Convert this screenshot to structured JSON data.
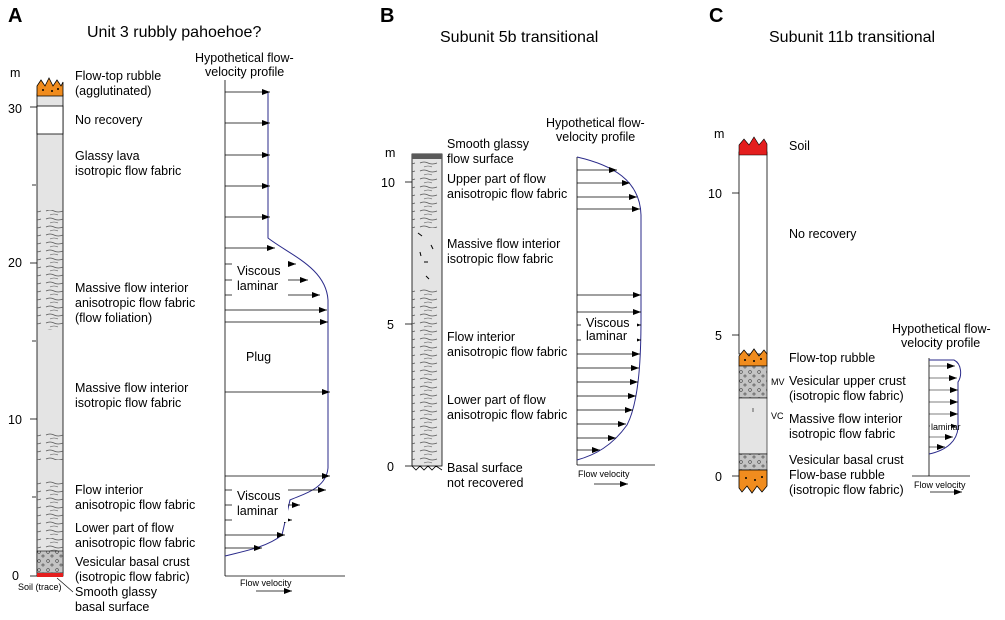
{
  "panels": [
    {
      "letter": "A",
      "title": "Unit 3 rubbly pahoehoe?",
      "unit": "m",
      "ticks": [
        "30",
        "20",
        "10",
        "0"
      ],
      "profile_title": [
        "Hypothetical flow-",
        "velocity profile"
      ],
      "flow_label": "Flow velocity",
      "plug": "Plug",
      "viscous": [
        "Viscous",
        "laminar"
      ],
      "soil_trace": "Soil (trace)",
      "descriptions": [
        [
          "Flow-top rubble",
          "(agglutinated)"
        ],
        [
          "No recovery"
        ],
        [
          "Glassy lava",
          "isotropic flow fabric"
        ],
        [
          "Massive flow interior",
          "anisotropic flow fabric",
          "(flow foliation)"
        ],
        [
          "Massive flow interior",
          "isotropic flow fabric"
        ],
        [
          "Flow interior",
          "anisotropic flow fabric"
        ],
        [
          "Lower part of flow",
          "anisotropic flow fabric"
        ],
        [
          "Vesicular basal crust",
          "(isotropic flow fabric)"
        ],
        [
          "Smooth glassy",
          "basal surface"
        ]
      ]
    },
    {
      "letter": "B",
      "title": "Subunit 5b transitional",
      "unit": "m",
      "ticks": [
        "10",
        "5",
        "0"
      ],
      "profile_title": [
        "Hypothetical flow-",
        "velocity profile"
      ],
      "flow_label": "Flow velocity",
      "viscous": [
        "Viscous",
        "laminar"
      ],
      "descriptions": [
        [
          "Smooth glassy",
          "flow surface"
        ],
        [
          "Upper part of flow",
          "anisotropic flow fabric"
        ],
        [
          "Massive flow interior",
          "isotropic flow fabric"
        ],
        [
          "Flow interior",
          "anisotropic flow fabric"
        ],
        [
          "Lower part of flow",
          "anisotropic flow fabric"
        ],
        [
          "Basal surface",
          "not recovered"
        ]
      ]
    },
    {
      "letter": "C",
      "title": "Subunit 11b transitional",
      "unit": "m",
      "ticks": [
        "10",
        "5",
        "0"
      ],
      "profile_title": [
        "Hypothetical flow-",
        "velocity profile"
      ],
      "flow_label": "Flow velocity",
      "laminar": "laminar",
      "mv": "MV",
      "vc": "VC",
      "descriptions": [
        [
          "Soil"
        ],
        [
          "No recovery"
        ],
        [
          "Flow-top rubble"
        ],
        [
          "Vesicular upper crust",
          "(isotropic flow fabric)"
        ],
        [
          "Massive flow interior",
          "isotropic flow fabric"
        ],
        [
          "Vesicular basal crust",
          "Flow-base rubble",
          "(isotropic flow fabric)"
        ]
      ]
    }
  ],
  "colors": {
    "rubble": "#f08c1e",
    "soil": "#e41e1e",
    "column_fill": "#e4e4e4",
    "vesicular": "#bdbdbd",
    "profile_curve": "#2a2a8a",
    "line": "#000000"
  }
}
